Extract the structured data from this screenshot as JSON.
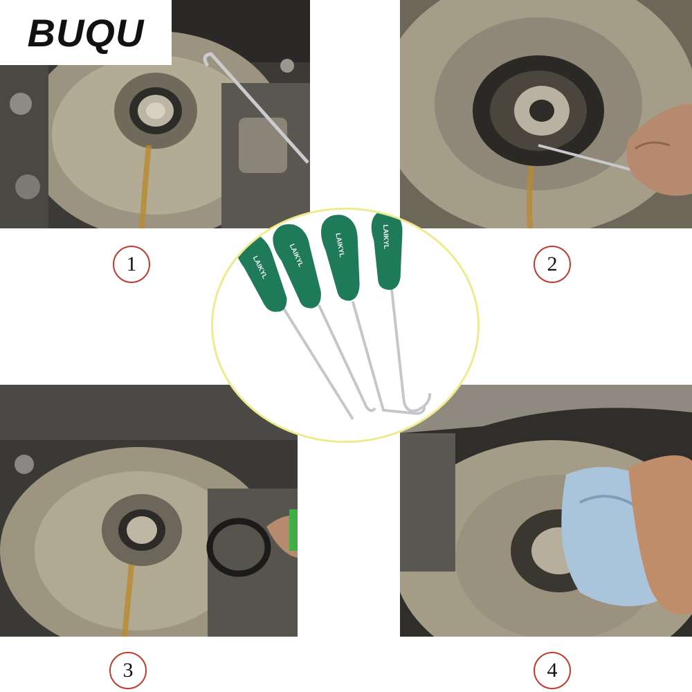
{
  "brand": {
    "name": "BUQU"
  },
  "steps": [
    {
      "number": "1"
    },
    {
      "number": "2"
    },
    {
      "number": "3"
    },
    {
      "number": "4"
    }
  ],
  "product": {
    "handle_color": "#1f7a5a",
    "handle_text": "LAIKYL",
    "tool_count": 4
  },
  "colors": {
    "badge_border": "#c0392b",
    "circle_border": "#f1ea8c"
  }
}
